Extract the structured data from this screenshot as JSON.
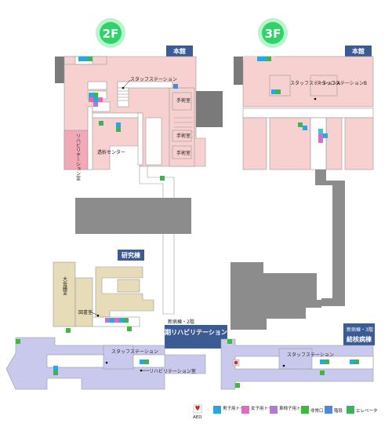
{
  "floors": [
    {
      "label": "2F",
      "color": "#2fd36a"
    },
    {
      "label": "3F",
      "color": "#2fd36a"
    }
  ],
  "buildings": {
    "main_2f": "本館",
    "main_3f": "本館",
    "research": "研究棟",
    "new_bldg_2f_tag": "新病棟・2階",
    "new_bldg_2f": "回復期リハビリテーション病棟",
    "new_bldg_3f_tag": "新病棟・3階",
    "new_bldg_3f": "結核病棟"
  },
  "rooms": {
    "staff_station_2f": "スタッフステーション",
    "surgery_1": "手術室",
    "surgery_2": "手術室",
    "surgery_3": "手術室",
    "rehab_room": "リハビリテーション室",
    "dialysis": "透析センター",
    "staff_a": "スタッフステーションA",
    "staff_b": "スタッフステーションB",
    "conference": "大会議室",
    "library": "図書室",
    "staff_new_2f": "スタッフステーション",
    "rehab_new": "リハビリテーション室",
    "staff_new_3f": "スタッフステーション"
  },
  "legend": {
    "aed": "AED",
    "male_wc": "男子用トイレ",
    "female_wc": "女子用トイレ",
    "multi_wc": "車椅子用トイレ",
    "exit": "非常口",
    "stairs": "階段",
    "elevator": "エレベータ"
  },
  "colors": {
    "main_bldg": "#f7d0d0",
    "research_bldg": "#e6dcb7",
    "new_bldg": "#c9c9ee",
    "corridor_gray": "#8c8c8c",
    "label_bg": "#3b5b93",
    "male_wc": "#29a8e0",
    "female_wc": "#e06ac0",
    "multi_wc": "#b27ad6",
    "exit": "#3cba3c",
    "stairs": "#4a8ad8",
    "elevator": "#3cb35a"
  }
}
